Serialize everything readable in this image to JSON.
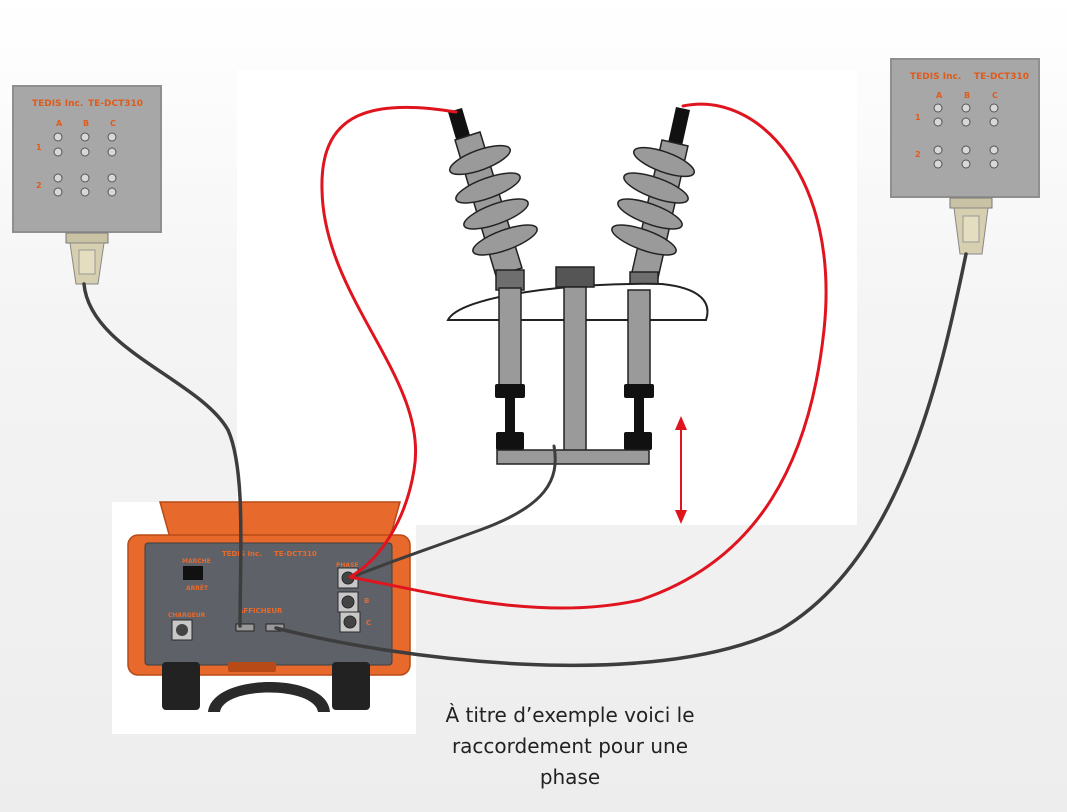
{
  "caption": {
    "line1": "À titre d’exemple voici le",
    "line2": "raccordement pour une",
    "line3": "phase"
  },
  "display_left": {
    "brand": "TEDIS Inc.",
    "model": "TE-DCT310",
    "columns": [
      "A",
      "B",
      "C"
    ],
    "rows": [
      "1",
      "2"
    ]
  },
  "display_right": {
    "brand": "TEDIS Inc.",
    "model": "TE-DCT310",
    "columns": [
      "A",
      "B",
      "C"
    ],
    "rows": [
      "1",
      "2"
    ]
  },
  "console": {
    "brand": "TEDIS Inc.",
    "model": "TE-DCT310",
    "power_label": "MARCHE",
    "power_sub": "ARRÊT",
    "charger_label": "CHARGEUR",
    "display_label": "AFFICHEUR",
    "phase_label": "PHASE",
    "phase_b": "B",
    "phase_c": "C"
  },
  "colors": {
    "orange": "#e8692c",
    "panel": "#5e6268",
    "red_cable": "#e0141e",
    "grey_cable": "#3d3d3d",
    "insulator": "#9a9a9a"
  }
}
